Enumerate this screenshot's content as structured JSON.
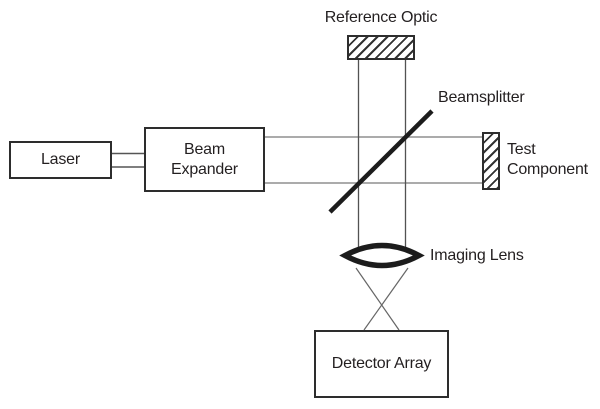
{
  "labels": {
    "laser": "Laser",
    "beam_expander_lines": [
      "Beam",
      "Expander"
    ],
    "reference_optic": "Reference Optic",
    "beamsplitter": "Beamsplitter",
    "test_component_lines": [
      "Test",
      "Component"
    ],
    "imaging_lens": "Imaging Lens",
    "detector_array": "Detector Array"
  },
  "colors": {
    "background": "#ffffff",
    "text": "#231f20",
    "box_border": "#2d2d2d",
    "thick_element": "#1c1c1c",
    "horizontal_beam": "#8f8f8f",
    "vertical_beam": "#525252",
    "connector_line": "#555555",
    "converging_beam": "#666666",
    "hatch": "#333333"
  }
}
